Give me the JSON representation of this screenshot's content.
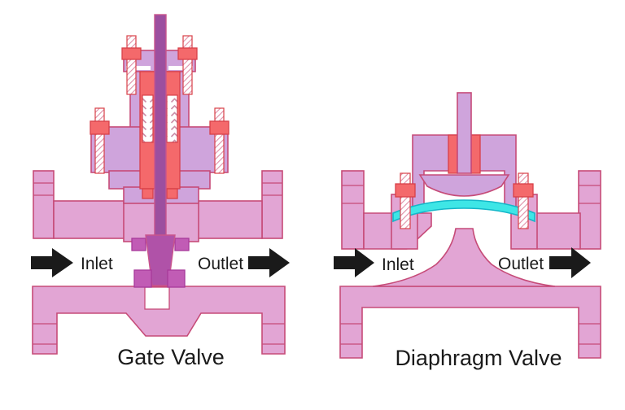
{
  "diagram": {
    "type": "valve-cross-sections",
    "background": "#ffffff"
  },
  "colors": {
    "plum": "#CFA4DC",
    "pink": "#E2A5D4",
    "red": "#F4696B",
    "stemFill": "#9C4F9F",
    "wedgeFill": "#B052A8",
    "seatFill": "#C15CB5",
    "seatStroke": "#A8399A",
    "stemStroke": "#C9558C",
    "outline": "#C64B78",
    "outlineRed": "#D84048",
    "hatchLine": "#DF8FA8",
    "chevron": "#CC8FA8",
    "cyan": "#3EE6E6",
    "cyanStroke": "#14B6C8",
    "text": "#1A1A1A"
  },
  "icons": {
    "flow_direction": "arrow-right"
  },
  "gate_valve": {
    "caption": "Gate Valve",
    "inlet_label": "Inlet",
    "outlet_label": "Outlet"
  },
  "diaphragm_valve": {
    "caption": "Diaphragm Valve",
    "inlet_label": "Inlet",
    "outlet_label": "Outlet"
  }
}
